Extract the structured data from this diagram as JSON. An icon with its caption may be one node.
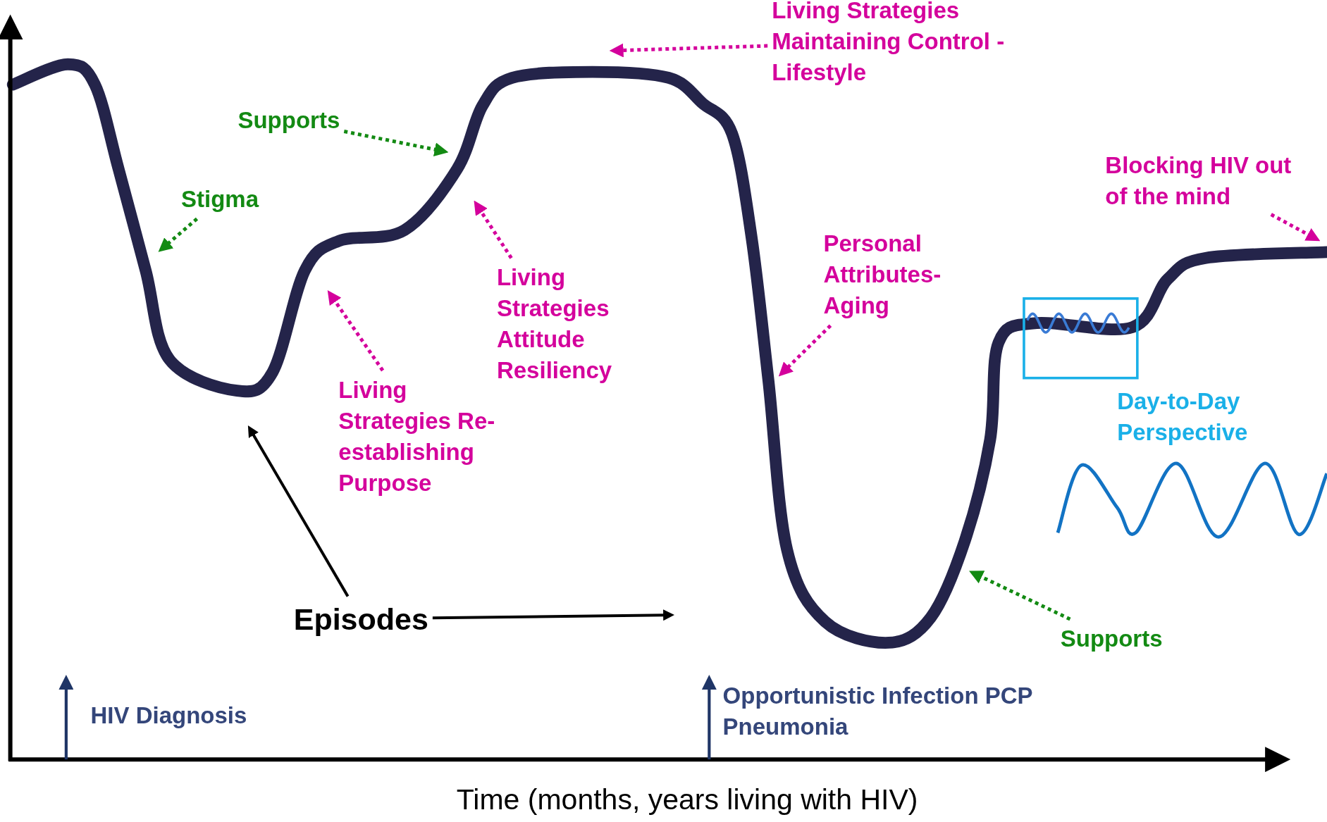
{
  "diagram": {
    "nodes": [
      {
        "text": [
          "Living Strategies Maintaining Control - Lifestyle"
        ]
      },
      {
        "text": [
          "Supports"
        ]
      },
      {
        "text": [
          "Stigma"
        ]
      },
      {
        "text": [
          "Living Strategies Attitude Resiliency"
        ]
      },
      {
        "text": [
          "Living Strategies Re-establishing Purpose"
        ]
      },
      {
        "text": [
          "Personal Attributes- Aging"
        ]
      },
      {
        "text": [
          "Blocking HIV out of the mind"
        ]
      },
      {
        "text": [
          "Episodes"
        ]
      },
      {
        "text": [
          "Supports"
        ]
      }
    ],
    "edges": [
      {
        "from": 0,
        "to": null,
        "arrow": "to",
        "style": "dashed",
        "color": "#d4009c"
      },
      {
        "from": 1,
        "to": null,
        "arrow": "to",
        "style": "dashed",
        "color": "#138a13"
      },
      {
        "from": 2,
        "to": null,
        "arrow": "to",
        "style": "dashed",
        "color": "#138a13"
      },
      {
        "from": 3,
        "to": null,
        "arrow": "to",
        "style": "dashed",
        "color": "#d4009c"
      },
      {
        "from": 4,
        "to": null,
        "arrow": "to",
        "style": "dashed",
        "color": "#d4009c"
      },
      {
        "from": 5,
        "to": null,
        "arrow": "to",
        "style": "dashed",
        "color": "#d4009c"
      },
      {
        "from": 6,
        "to": null,
        "arrow": "to",
        "style": "dashed",
        "color": "#d4009c"
      },
      {
        "from": 7,
        "to": null,
        "arrow": "to",
        "color": "#000000"
      },
      {
        "from": 7,
        "to": null,
        "arrow": "to",
        "color": "#000000"
      },
      {
        "from": 8,
        "to": null,
        "arrow": "to",
        "style": "dashed",
        "color": "#138a13"
      }
    ],
    "labels": [
      "HIV Diagnosis",
      "Opportunistic Infection PCP Pneumonia",
      "Day-to-Day Perspective",
      "Time (months, years living with HIV)"
    ]
  }
}
